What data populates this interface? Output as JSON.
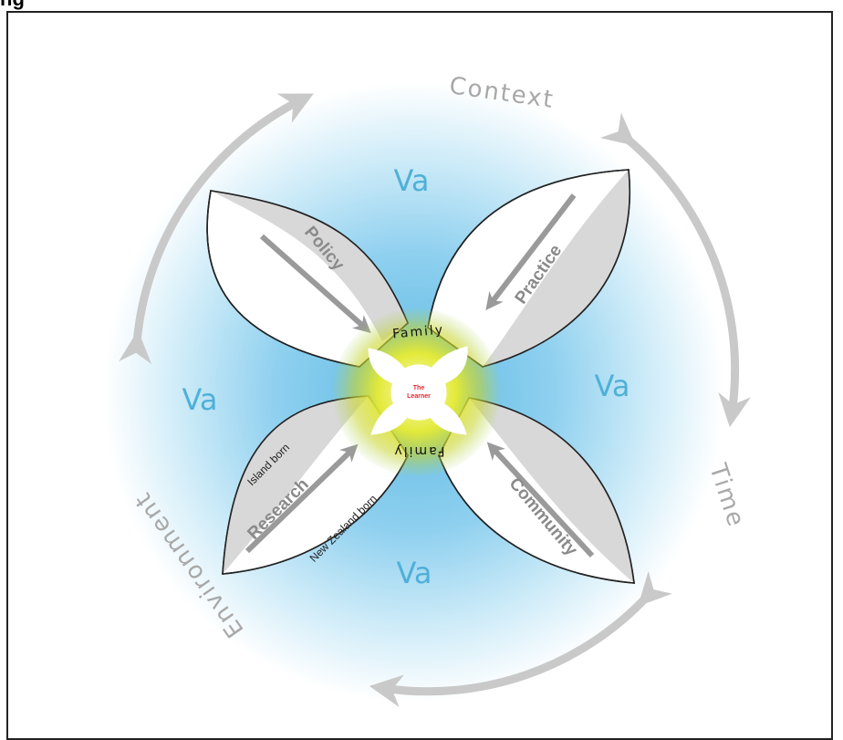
{
  "heading": "ng",
  "center": {
    "line1": "The",
    "line2": "Learner"
  },
  "family_labels": [
    "Family",
    "Family"
  ],
  "va_labels": [
    "Va",
    "Va",
    "Va",
    "Va"
  ],
  "petals": {
    "policy": "Policy",
    "practice": "Practice",
    "research": "Research",
    "community": "Community",
    "island_born": "Island born",
    "nz_born": "New Zealand born"
  },
  "ring_labels": {
    "context": "Context",
    "time": "Time",
    "environment": "Environment"
  },
  "colors": {
    "va_blue": "#4fb0d8",
    "glow_yellow": "#d9e21f",
    "petal_grey": "#d8d8d8",
    "arrow_grey": "#c9c9c9",
    "learner_red": "#e8232a"
  }
}
